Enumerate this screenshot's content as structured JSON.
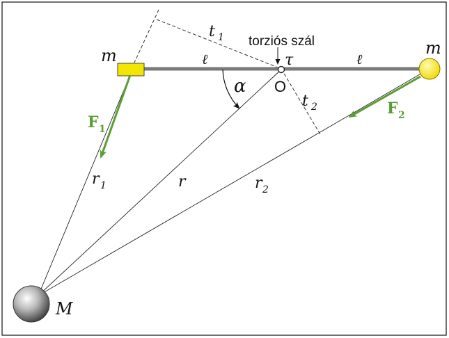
{
  "diagram": {
    "labels": {
      "m_left": "m",
      "m_right": "m",
      "ell_left": "ℓ",
      "ell_right": "ℓ",
      "t1": "t",
      "t1_sub": "1",
      "t2": "t",
      "t2_sub": "2",
      "torsion_fiber": "torziós szál",
      "tau": "τ",
      "pivot": "O",
      "alpha": "α",
      "F1": "F",
      "F1_sub": "1",
      "F2": "F",
      "F2_sub": "2",
      "r1": "r",
      "r1_sub": "1",
      "r": "r",
      "r2": "r",
      "r2_sub": "2",
      "M": "M"
    },
    "colors": {
      "force": "#5a9e32",
      "mass_left": "#f2e600",
      "mass_right": "#f5e200",
      "rod": "#7a7a7a",
      "frame": "#222222"
    }
  }
}
